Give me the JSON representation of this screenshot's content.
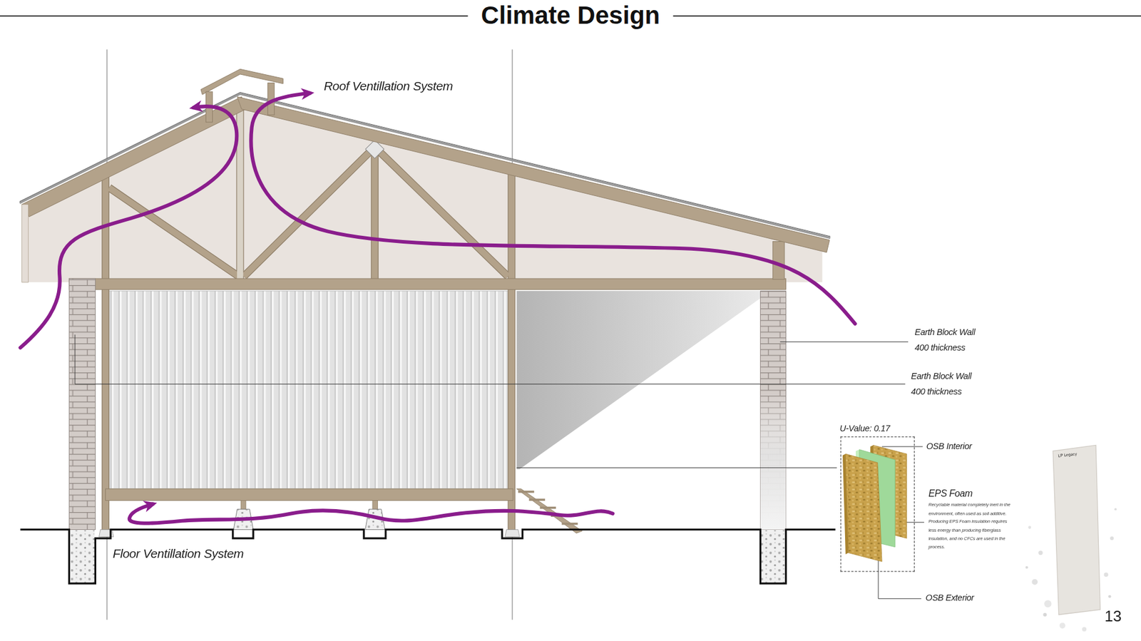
{
  "diagram": {
    "title": "Climate Design",
    "nodes": [
      {
        "text": [
          "U-Value: 0.17"
        ]
      }
    ],
    "labels": [
      "Roof Ventillation System",
      "Earth Block Wall 400 thickness",
      "Earth Block Wall 400 thickness",
      "OSB Interior",
      "EPS Foam",
      "Recyclable material completely inert in the environment, often used as soil additive. Producing EPS Foam insulation requires less energy than producing fiberglass insulation, and no CFCs are used in the process.",
      "LP Legacy",
      "Floor Ventillation System",
      "OSB Exterior",
      "13"
    ]
  }
}
